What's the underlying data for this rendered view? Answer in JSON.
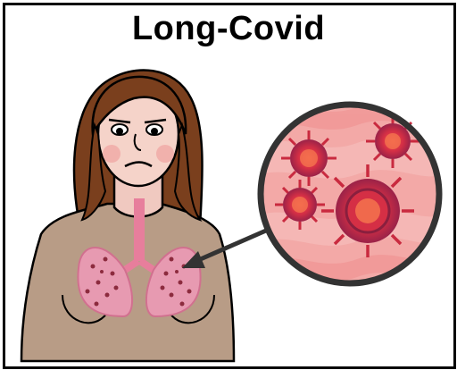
{
  "title": "Long-Covid",
  "colors": {
    "skin": "#b89c86",
    "hair": "#7a3f1d",
    "lung": "#e79ab1",
    "virus": "#d9324a",
    "circle_bg": "#f3a9a7",
    "arrow": "#333333"
  },
  "icons": [
    "woman-illustration",
    "lungs-icon",
    "magnifier-circle",
    "virus-icon",
    "arrow-icon"
  ]
}
